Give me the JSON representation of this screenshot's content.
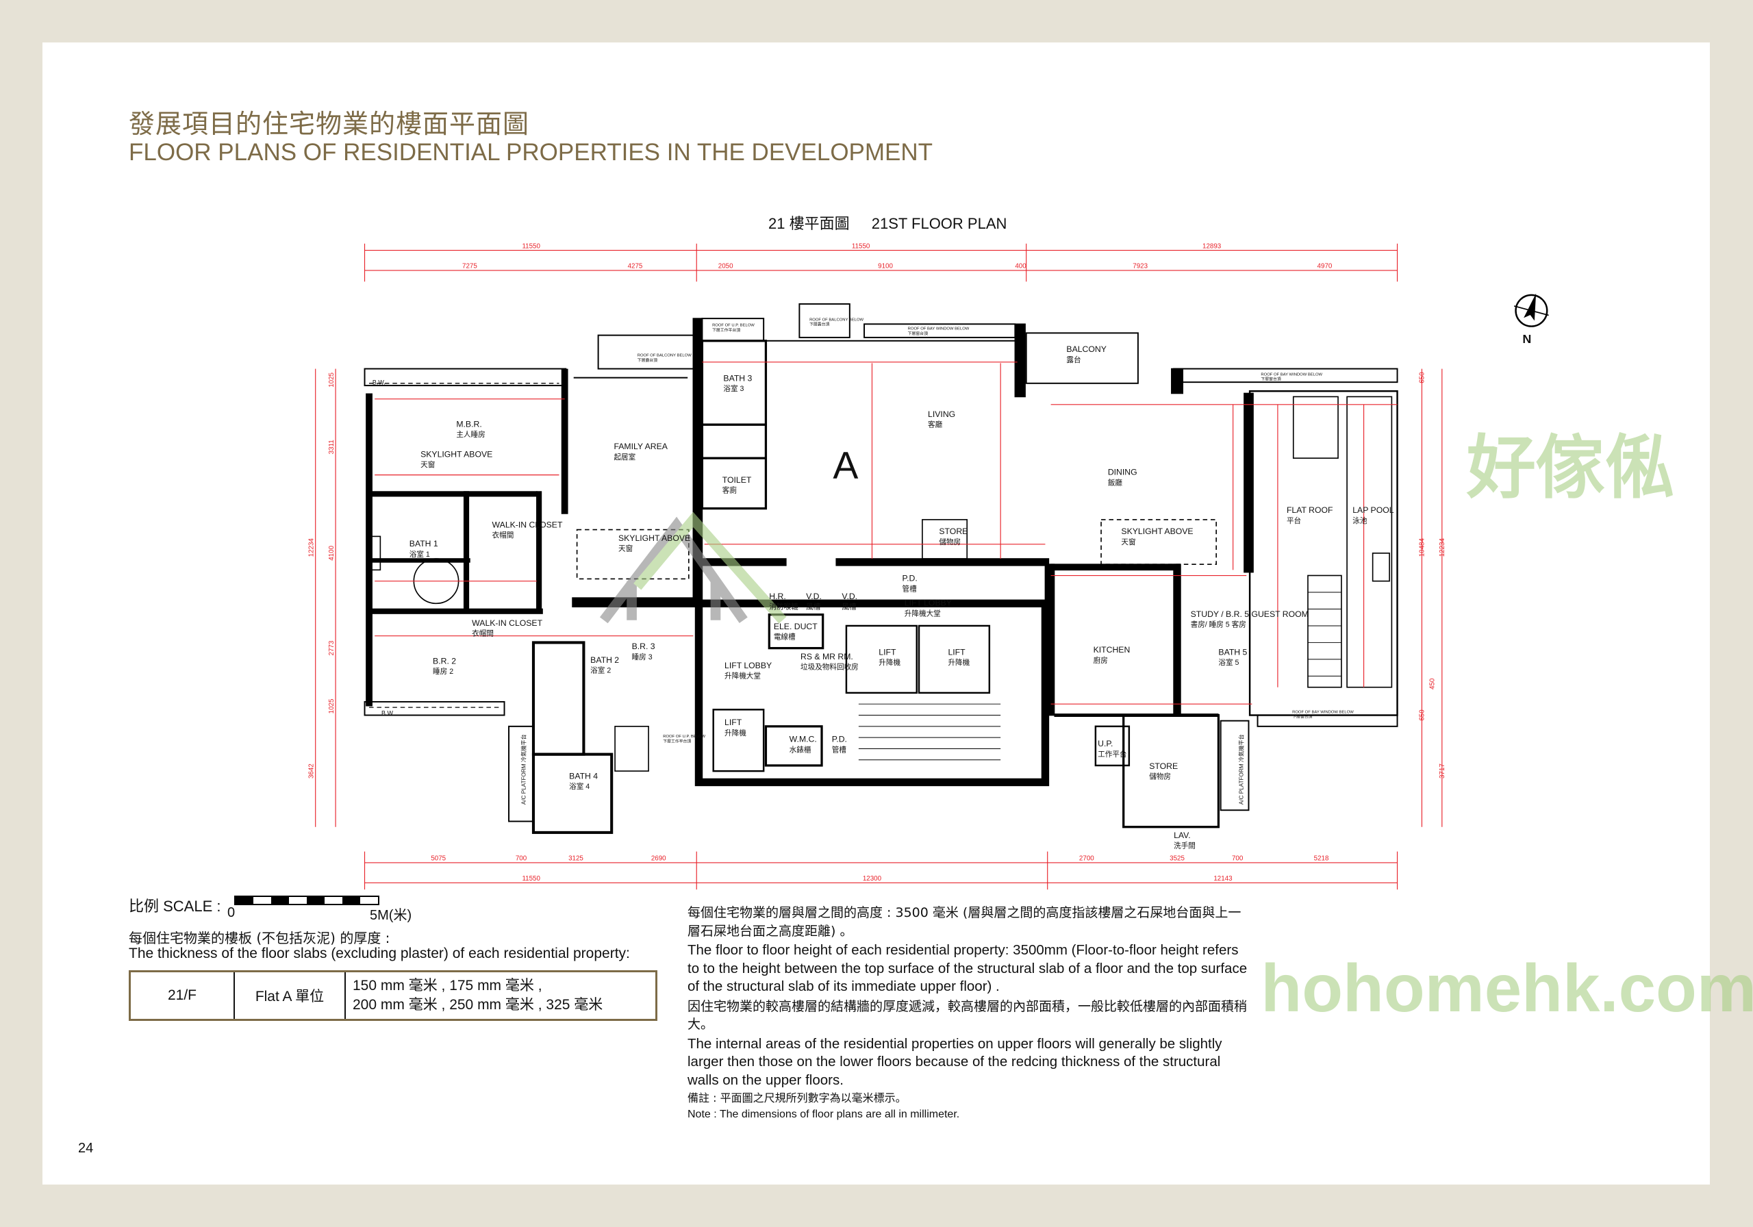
{
  "header": {
    "title_zh": "發展項目的住宅物業的樓面平面圖",
    "title_en": "FLOOR PLANS OF RESIDENTIAL PROPERTIES IN THE DEVELOPMENT"
  },
  "plan": {
    "title_zh": "21 樓平面圖",
    "title_en": "21ST FLOOR PLAN",
    "flat_label": "A",
    "compass_label": "N",
    "rooms": [
      {
        "en": "M.B.R.",
        "zh": "主人睡房"
      },
      {
        "en": "SKYLIGHT ABOVE",
        "zh": "天窗"
      },
      {
        "en": "FAMILY AREA",
        "zh": "起居室"
      },
      {
        "en": "BATH 3",
        "zh": "浴室 3"
      },
      {
        "en": "LIVING",
        "zh": "客廳"
      },
      {
        "en": "BALCONY",
        "zh": "露台"
      },
      {
        "en": "DINING",
        "zh": "飯廳"
      },
      {
        "en": "FLAT ROOF",
        "zh": "平台"
      },
      {
        "en": "LAP POOL",
        "zh": "泳池"
      },
      {
        "en": "TOILET",
        "zh": "客廁"
      },
      {
        "en": "BATH 1",
        "zh": "浴室 1"
      },
      {
        "en": "WALK-IN CLOSET",
        "zh": "衣帽間"
      },
      {
        "en": "SKYLIGHT ABOVE",
        "zh": "天窗"
      },
      {
        "en": "STORE",
        "zh": "儲物房"
      },
      {
        "en": "SKYLIGHT ABOVE",
        "zh": "天窗"
      },
      {
        "en": "P.D.",
        "zh": "管槽"
      },
      {
        "en": "LIFT LOBBY",
        "zh": "升降機大堂"
      },
      {
        "en": "H.R.",
        "zh": "消防喉轆"
      },
      {
        "en": "V.D.",
        "zh": "風槽"
      },
      {
        "en": "V.D.",
        "zh": "風槽"
      },
      {
        "en": "ELE. DUCT",
        "zh": "電線槽"
      },
      {
        "en": "WALK-IN CLOSET",
        "zh": "衣帽間"
      },
      {
        "en": "STUDY / B.R. 5 GUEST ROOM",
        "zh": "書房/ 睡房 5 客房"
      },
      {
        "en": "B.R. 3",
        "zh": "睡房 3"
      },
      {
        "en": "BATH 2",
        "zh": "浴室 2"
      },
      {
        "en": "B.R. 2",
        "zh": "睡房 2"
      },
      {
        "en": "KITCHEN",
        "zh": "廚房"
      },
      {
        "en": "BATH 5",
        "zh": "浴室 5"
      },
      {
        "en": "LIFT LOBBY",
        "zh": "升降機大堂"
      },
      {
        "en": "RS & MR RM.",
        "zh": "垃圾及物料回收房"
      },
      {
        "en": "LIFT",
        "zh": "升降機"
      },
      {
        "en": "LIFT",
        "zh": "升降機"
      },
      {
        "en": "LIFT",
        "zh": "升降機"
      },
      {
        "en": "W.M.C.",
        "zh": "水錶櫃"
      },
      {
        "en": "P.D.",
        "zh": "管槽"
      },
      {
        "en": "U.P.",
        "zh": "工作平台"
      },
      {
        "en": "STORE",
        "zh": "儲物房"
      },
      {
        "en": "BATH 4",
        "zh": "浴室 4"
      },
      {
        "en": "LAV.",
        "zh": "洗手間"
      }
    ],
    "roof_notes": [
      {
        "en": "ROOF OF BALCONY BELOW",
        "zh": "下層露台頂"
      },
      {
        "en": "ROOF OF U.P. BELOW",
        "zh": "下層工作平台頂"
      },
      {
        "en": "ROOF OF BALCONY BELOW",
        "zh": "下層露台頂"
      },
      {
        "en": "ROOF OF BAY WINDOW BELOW",
        "zh": "下層窗台頂"
      },
      {
        "en": "ROOF OF BAY WINDOW BELOW",
        "zh": "下層窗台頂"
      },
      {
        "en": "ROOF OF BAY WINDOW BELOW",
        "zh": "下層窗台頂"
      },
      {
        "en": "ROOF OF U.P. BELOW",
        "zh": "下層工作平台頂"
      }
    ],
    "ac_platforms": [
      "A/C PLATFORM 冷氣機平台",
      "A/C PLATFORM 冷氣機平台"
    ],
    "bay_windows": [
      "B.W.",
      "B.W."
    ],
    "dimensions": {
      "top_overall": [
        "11550",
        "11550",
        "12893"
      ],
      "top_detail": [
        "7275",
        "4275",
        "2050",
        "9100",
        "400",
        "7923",
        "4970"
      ],
      "bottom_detail": [
        "5075",
        "700",
        "3125",
        "2690",
        "2700",
        "3525",
        "700",
        "5218"
      ],
      "bottom_overall": [
        "11550",
        "12300",
        "12143"
      ],
      "left": [
        "1025",
        "3311",
        "12234",
        "4100",
        "2773",
        "1025",
        "3642"
      ],
      "right": [
        "650",
        "10484",
        "12234",
        "650",
        "450",
        "3717"
      ]
    },
    "watermark": {
      "zh": "好傢俬",
      "en": "hohomehk.com"
    }
  },
  "scale": {
    "label": "比例 SCALE :",
    "start": "0",
    "end": "5M(米)"
  },
  "slab": {
    "caption_zh": "每個住宅物業的樓板 (不包括灰泥) 的厚度 :",
    "caption_en": "The thickness of the floor slabs (excluding plaster) of each residential property:",
    "floor": "21/F",
    "flat": "Flat A 單位",
    "values_line1": "150 mm 毫米 , 175 mm 毫米 ,",
    "values_line2": "200 mm 毫米 , 250 mm 毫米 , 325 毫米"
  },
  "notes": {
    "height_zh": "每個住宅物業的層與層之間的高度 : 3500 毫米 (層與層之間的高度指該樓層之石屎地台面與上一層石屎地台面之高度距離) 。",
    "height_en": "The floor to floor height of each residential property: 3500mm  (Floor-to-floor height refers to to the height between the top surface of the structural slab of a floor and the top surface of the structural slab of its immediate upper floor) .",
    "area_zh": "因住宅物業的較高樓層的結構牆的厚度遞減，較高樓層的內部面積，一般比較低樓層的內部面積稍大。",
    "area_en": "The internal areas of the residential properties on upper floors will generally be slightly larger then those on the lower floors because of the redcing thickness of the structural walls on the upper floors.",
    "remark_zh": "備註 :  平面圖之尺規所列數字為以毫米標示。",
    "remark_en": "Note : The dimensions of floor plans are all in millimeter."
  },
  "page_number": "24",
  "colors": {
    "title": "#7d6b47",
    "dimension": "#e8222a",
    "wall": "#000000",
    "watermark": "#a9cf86"
  }
}
